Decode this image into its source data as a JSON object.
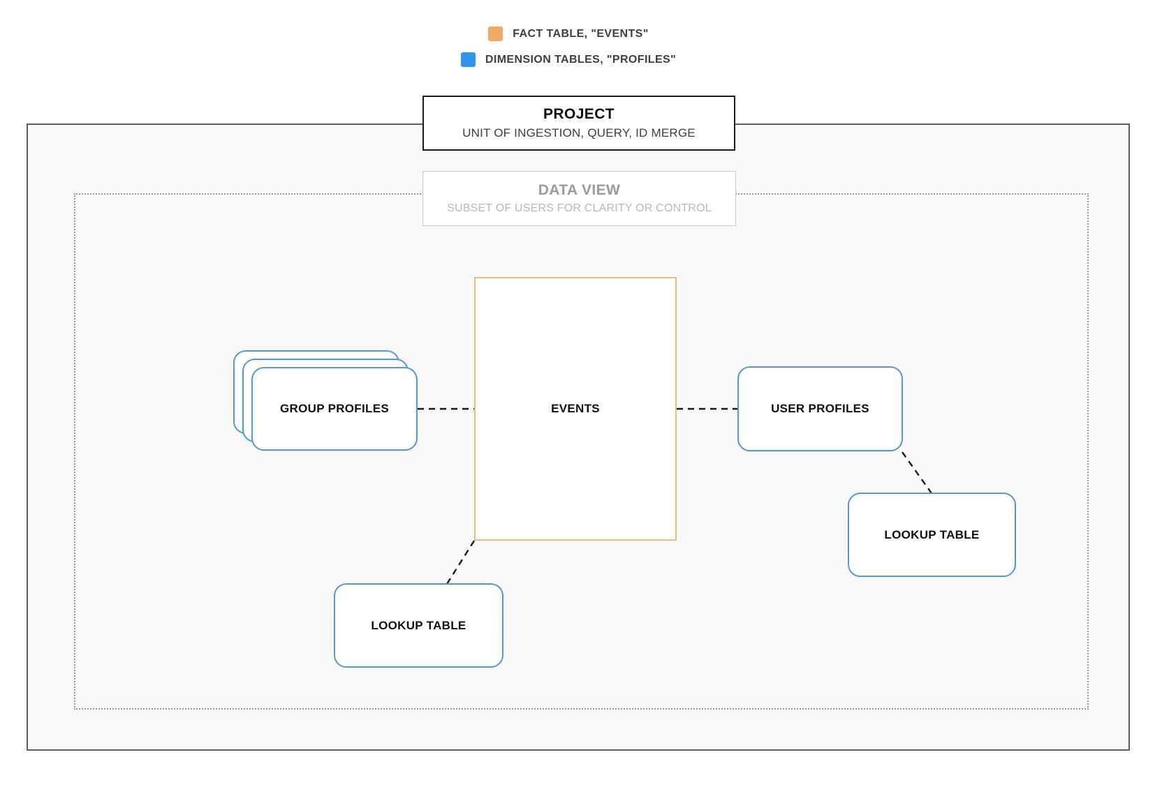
{
  "legend": {
    "items": [
      {
        "name": "fact-table",
        "label": "FACT TABLE, \"EVENTS\"",
        "color": "#f3a961"
      },
      {
        "name": "dimension-tables",
        "label": "DIMENSION TABLES, \"PROFILES\"",
        "color": "#2f96ef"
      }
    ]
  },
  "project": {
    "title": "PROJECT",
    "subtitle": "UNIT OF INGESTION, QUERY, ID MERGE"
  },
  "data_view": {
    "title": "DATA VIEW",
    "subtitle": "SUBSET OF USERS FOR CLARITY OR CONTROL"
  },
  "nodes": {
    "events": {
      "label": "EVENTS",
      "border_color": "#eebb7d"
    },
    "group_profiles": {
      "label": "GROUP PROFILES",
      "border_color": "#5098dd"
    },
    "user_profiles": {
      "label": "USER PROFILES",
      "border_color": "#5098dd"
    },
    "lookup_table_right": {
      "label": "LOOKUP TABLE",
      "border_color": "#5098dd"
    },
    "lookup_table_bottom": {
      "label": "LOOKUP TABLE",
      "border_color": "#5098dd"
    }
  },
  "connections": [
    {
      "from": "group_profiles",
      "to": "events",
      "style": "dashed"
    },
    {
      "from": "events",
      "to": "user_profiles",
      "style": "dashed"
    },
    {
      "from": "user_profiles",
      "to": "lookup_table_right",
      "style": "dashed"
    },
    {
      "from": "events",
      "to": "lookup_table_bottom",
      "style": "dashed"
    }
  ]
}
